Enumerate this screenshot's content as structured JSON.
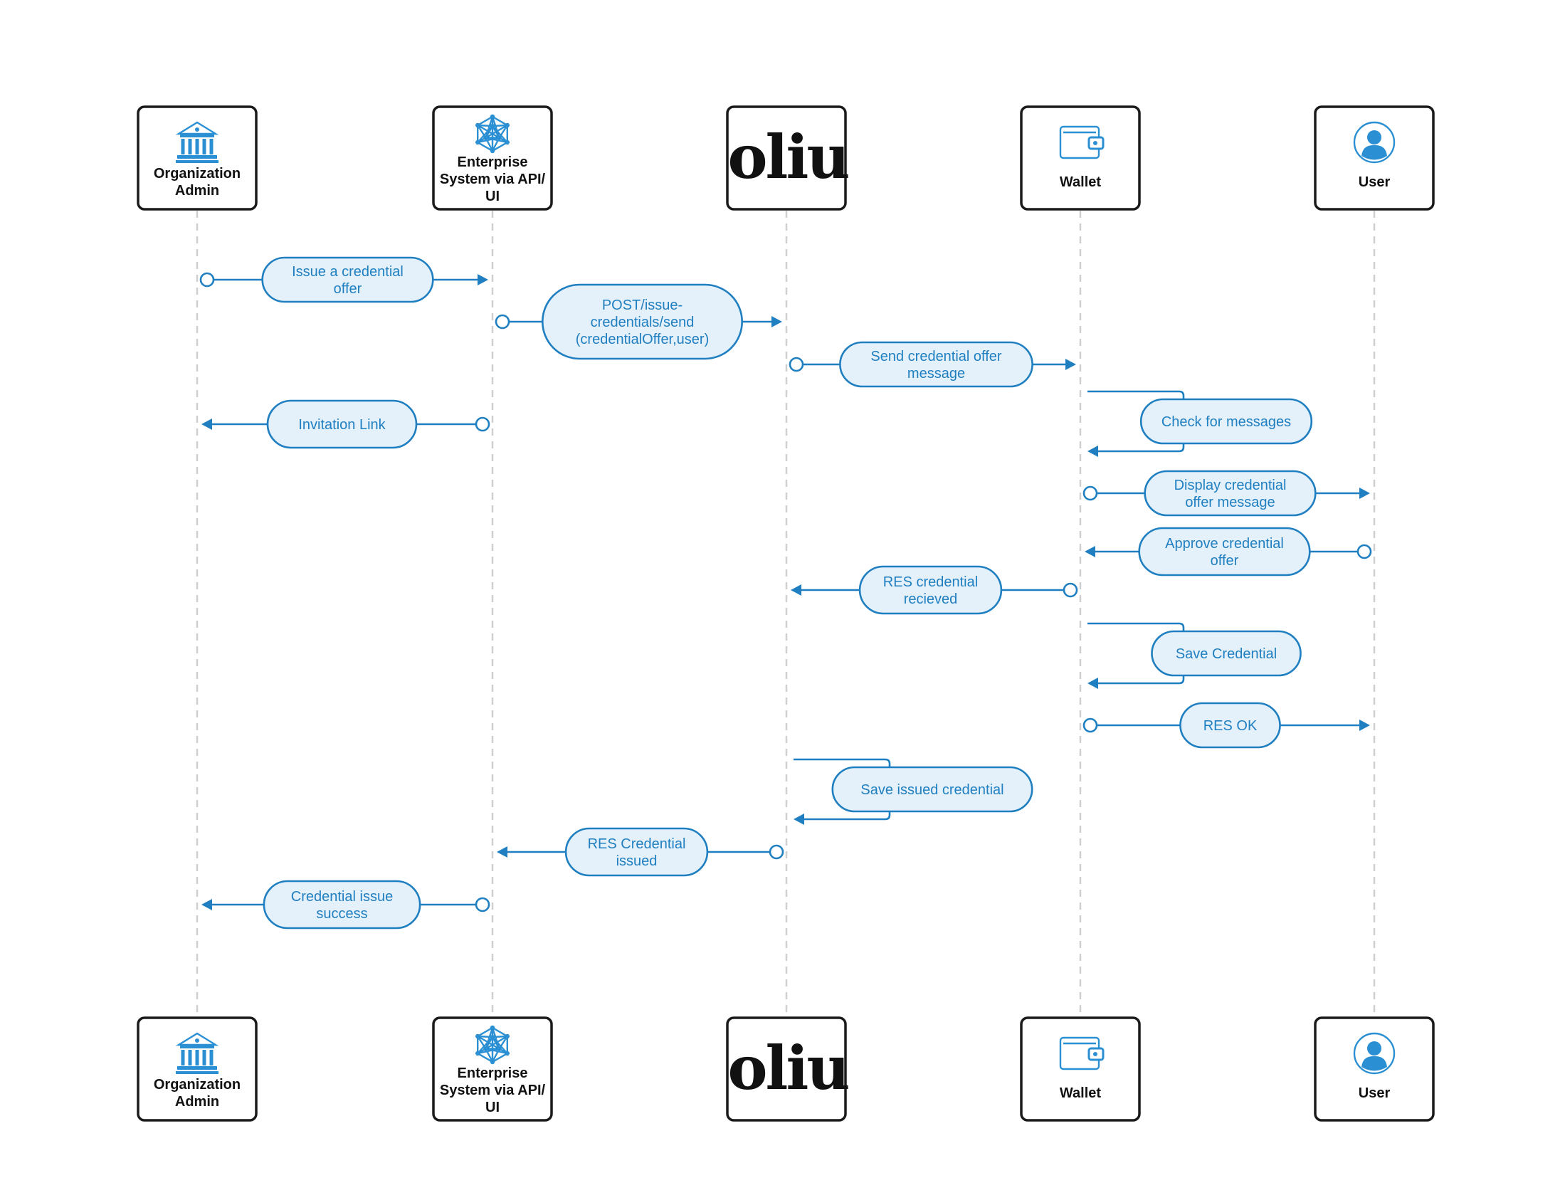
{
  "actors": [
    {
      "id": "org",
      "label_lines": [
        "Organization",
        "Admin"
      ],
      "icon": "bank-icon"
    },
    {
      "id": "ent",
      "label_lines": [
        "Enterprise",
        "System via API/",
        "UI"
      ],
      "icon": "network-icon"
    },
    {
      "id": "oliu",
      "label_lines": [],
      "logo_text": "oliu",
      "icon": "oliu-logo"
    },
    {
      "id": "wallet",
      "label_lines": [
        "Wallet"
      ],
      "icon": "wallet-icon"
    },
    {
      "id": "user",
      "label_lines": [
        "User"
      ],
      "icon": "user-icon"
    }
  ],
  "messages": [
    {
      "kind": "arrow",
      "from": "org",
      "to": "ent",
      "lines": [
        "Issue a credential",
        "offer"
      ]
    },
    {
      "kind": "arrow",
      "from": "ent",
      "to": "oliu",
      "lines": [
        "POST/issue-",
        "credentials/send",
        "(credentialOffer,user)"
      ]
    },
    {
      "kind": "arrow",
      "from": "oliu",
      "to": "wallet",
      "lines": [
        "Send credential offer",
        "message"
      ]
    },
    {
      "kind": "arrow",
      "from": "ent",
      "to": "org",
      "lines": [
        "Invitation Link"
      ]
    },
    {
      "kind": "self",
      "actor": "wallet",
      "lines": [
        "Check for messages"
      ]
    },
    {
      "kind": "arrow",
      "from": "wallet",
      "to": "user",
      "lines": [
        "Display credential",
        "offer message"
      ]
    },
    {
      "kind": "arrow",
      "from": "user",
      "to": "wallet",
      "lines": [
        "Approve credential",
        "offer"
      ]
    },
    {
      "kind": "arrow",
      "from": "wallet",
      "to": "oliu",
      "lines": [
        "RES credential",
        "recieved"
      ]
    },
    {
      "kind": "self",
      "actor": "wallet",
      "lines": [
        "Save Credential"
      ]
    },
    {
      "kind": "arrow",
      "from": "wallet",
      "to": "user",
      "lines": [
        "RES OK"
      ]
    },
    {
      "kind": "self",
      "actor": "oliu",
      "lines": [
        "Save issued credential"
      ]
    },
    {
      "kind": "arrow",
      "from": "oliu",
      "to": "ent",
      "lines": [
        "RES Credential",
        "issued"
      ]
    },
    {
      "kind": "arrow",
      "from": "ent",
      "to": "org",
      "lines": [
        "Credential issue",
        "success"
      ]
    }
  ],
  "colors": {
    "accent": "#1f7fc0",
    "pill_fill": "#e4f1fb",
    "icon": "#2a8fd3",
    "lifeline": "#cfcfcf",
    "box_border": "#1a1a1a"
  }
}
